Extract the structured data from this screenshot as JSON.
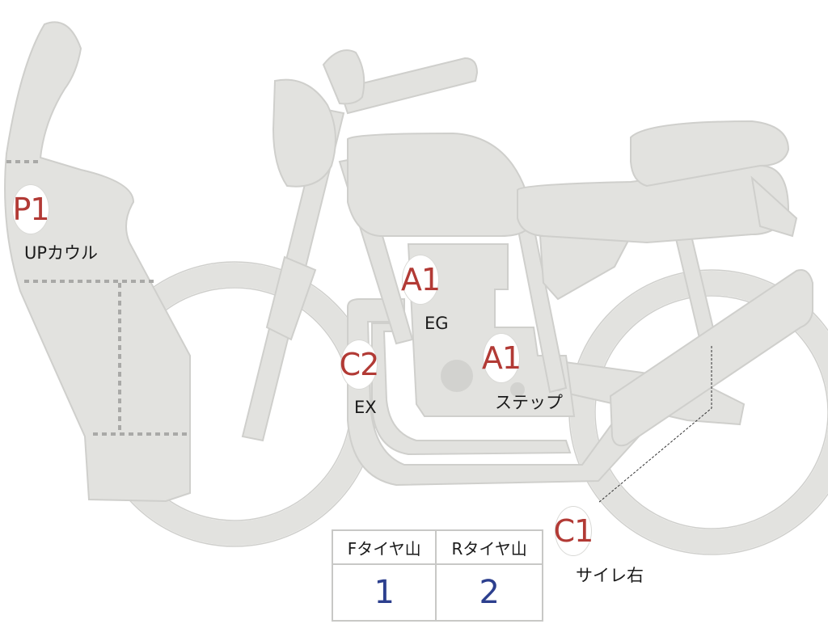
{
  "markers": [
    {
      "id": "p1",
      "code": "P1",
      "label": "UPカウル"
    },
    {
      "id": "a1-eg",
      "code": "A1",
      "label": "EG"
    },
    {
      "id": "a1-step",
      "code": "A1",
      "label": "ステップ"
    },
    {
      "id": "c2",
      "code": "C2",
      "label": "EX"
    },
    {
      "id": "c1",
      "code": "C1",
      "label": "サイレ右"
    }
  ],
  "tire_table": {
    "headers": [
      "Fタイヤ山",
      "Rタイヤ山"
    ],
    "values": [
      "1",
      "2"
    ]
  },
  "colors": {
    "body_fill": "#e2e2df",
    "marker_text": "#b23a35",
    "table_value": "#2c3f8e"
  }
}
